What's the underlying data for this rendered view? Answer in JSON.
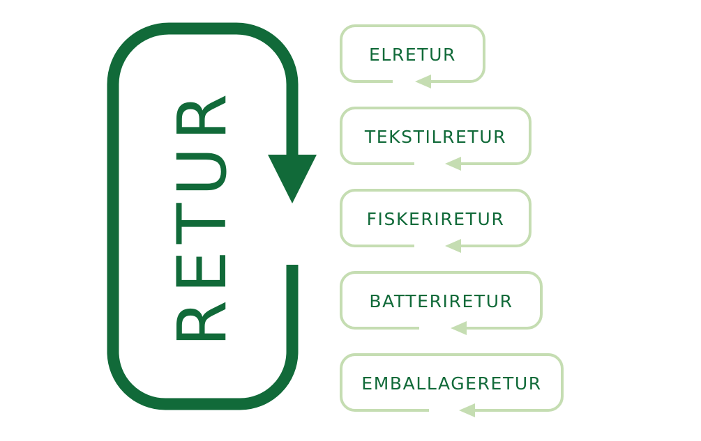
{
  "diagram": {
    "main_label": "RETUR",
    "colors": {
      "main": "#116a39",
      "light": "#c5ddb2",
      "text": "#116a39",
      "background": "#ffffff"
    },
    "main_loop": {
      "icon": "cycle-arrow-icon",
      "direction": "clockwise"
    },
    "items": [
      {
        "label": "ELRETUR",
        "icon": "return-arrow-icon"
      },
      {
        "label": "TEKSTILRETUR",
        "icon": "return-arrow-icon"
      },
      {
        "label": "FISKERIRETUR",
        "icon": "return-arrow-icon"
      },
      {
        "label": "BATTERIRETUR",
        "icon": "return-arrow-icon"
      },
      {
        "label": "EMBALLAGERETUR",
        "icon": "return-arrow-icon"
      }
    ]
  }
}
